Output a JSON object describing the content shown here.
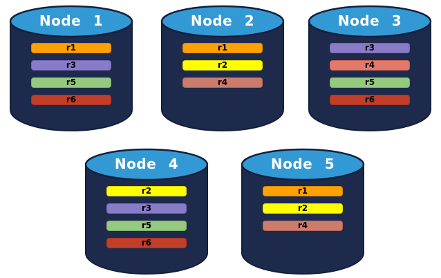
{
  "palette": {
    "cylinder_body": "#1D2A4B",
    "cylinder_top": "#3399D4",
    "cylinder_outline": "#12203E",
    "title_text": "#FFFFFF",
    "bar_text": "#000000"
  },
  "nodes": [
    {
      "title": "Node 1",
      "replicas": [
        {
          "label": "r1",
          "color": "#FFA104",
          "border": "#D78A00"
        },
        {
          "label": "r3",
          "color": "#8A7BC8",
          "border": "#7566B5"
        },
        {
          "label": "r5",
          "color": "#94C97F",
          "border": "#7EB36B"
        },
        {
          "label": "r6",
          "color": "#C23E28",
          "border": "#A93320"
        }
      ]
    },
    {
      "title": "Node 2",
      "replicas": [
        {
          "label": "r1",
          "color": "#FFA104",
          "border": "#D78A00"
        },
        {
          "label": "r2",
          "color": "#FFFF00",
          "border": "#DCDC00"
        },
        {
          "label": "r4",
          "color": "#CB7C6C",
          "border": "#B36757"
        }
      ]
    },
    {
      "title": "Node 3",
      "replicas": [
        {
          "label": "r3",
          "color": "#8A7BC8",
          "border": "#7566B5"
        },
        {
          "label": "r4",
          "color": "#E2796A",
          "border": "#C96253"
        },
        {
          "label": "r5",
          "color": "#94C97F",
          "border": "#7EB36B"
        },
        {
          "label": "r6",
          "color": "#C23E28",
          "border": "#A93320"
        }
      ]
    },
    {
      "title": "Node 4",
      "replicas": [
        {
          "label": "r2",
          "color": "#FFFF00",
          "border": "#DCDC00"
        },
        {
          "label": "r3",
          "color": "#8A7BC8",
          "border": "#7566B5"
        },
        {
          "label": "r5",
          "color": "#94C97F",
          "border": "#7EB36B"
        },
        {
          "label": "r6",
          "color": "#C23E28",
          "border": "#A93320"
        }
      ]
    },
    {
      "title": "Node 5",
      "replicas": [
        {
          "label": "r1",
          "color": "#FFA104",
          "border": "#D78A00"
        },
        {
          "label": "r2",
          "color": "#FFFF00",
          "border": "#DCDC00"
        },
        {
          "label": "r4",
          "color": "#CB7C6C",
          "border": "#B36757"
        }
      ]
    }
  ]
}
